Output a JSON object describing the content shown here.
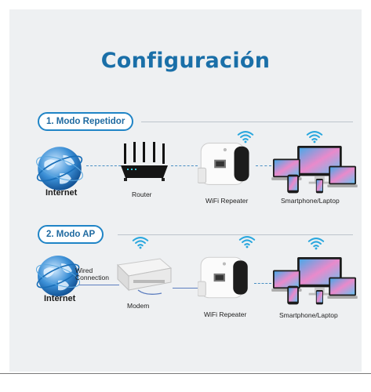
{
  "title": "Configuración",
  "modes": [
    {
      "label": "1. Modo Repetidor",
      "nodes": {
        "internet": "Internet",
        "router": "Router",
        "repeater": "WiFi Repeater",
        "clients": "Smartphone/Laptop"
      }
    },
    {
      "label": "2. Modo AP",
      "nodes": {
        "internet": "Internet",
        "wired": "Wired Connection",
        "modem": "Modem",
        "repeater": "WiFi Repeater",
        "clients": "Smartphone/Laptop"
      }
    }
  ],
  "colors": {
    "accent": "#1a6fa8",
    "panel": "#eef0f2",
    "wifi": "#2aa7de"
  },
  "icons": [
    "globe-icon",
    "router-icon",
    "modem-icon",
    "wifi-repeater-icon",
    "devices-icon",
    "wifi-signal-icon"
  ]
}
